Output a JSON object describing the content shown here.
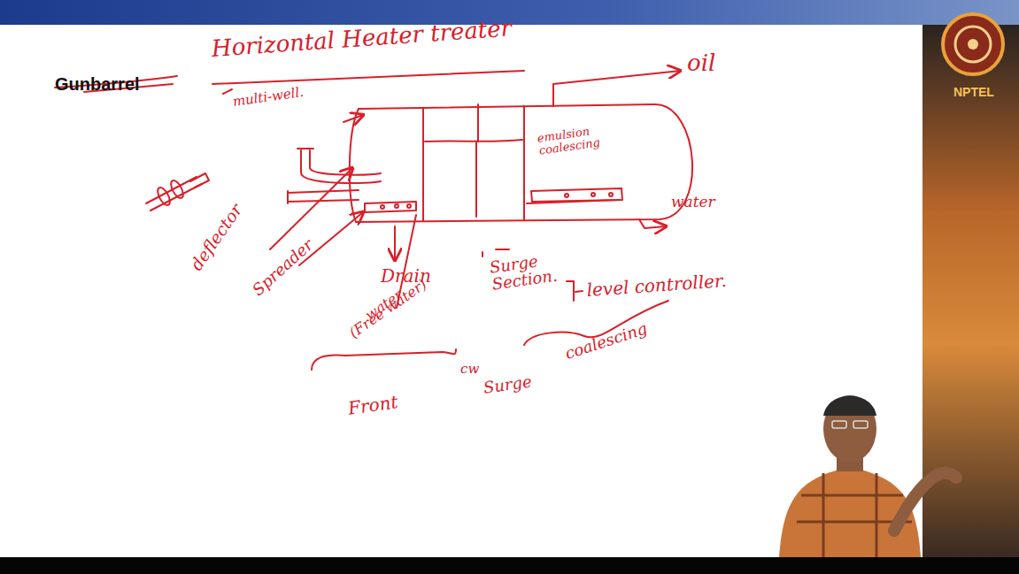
{
  "diagram": {
    "title": "Gunbarrel",
    "labels": [
      "Horizontal Heater treater",
      "multi-well.",
      "oil",
      "emulsion coalescing",
      "water",
      "deflector",
      "Spreader",
      "Drain",
      "Surge Section.",
      "level controller.",
      "water",
      "(Free water)",
      "Front",
      "cw",
      "Surge",
      "coalescing",
      "NPTEL"
    ]
  }
}
